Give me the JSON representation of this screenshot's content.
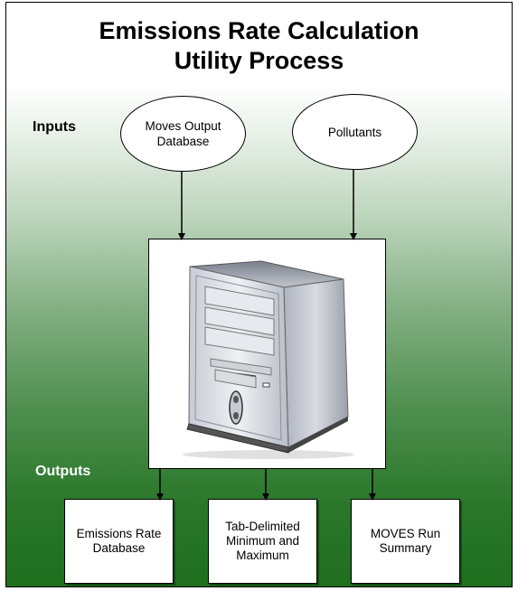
{
  "title": {
    "line1": "Emissions Rate Calculation",
    "line2": "Utility Process"
  },
  "labels": {
    "inputs": "Inputs",
    "outputs": "Outputs"
  },
  "inputs": [
    {
      "line1": "Moves Output",
      "line2": "Database"
    },
    {
      "line1": "Pollutants",
      "line2": ""
    }
  ],
  "process": {
    "icon": "desktop-computer-tower-icon"
  },
  "outputs": [
    {
      "line1": "Emissions Rate",
      "line2": "Database",
      "line3": ""
    },
    {
      "line1": "Tab-Delimited",
      "line2": "Minimum and",
      "line3": "Maximum"
    },
    {
      "line1": "MOVES Run",
      "line2": "Summary",
      "line3": ""
    }
  ],
  "colors": {
    "background_top": "#ffffff",
    "background_bottom": "#1f6f1f",
    "outputs_label": "#ffffff",
    "stroke": "#000000"
  }
}
